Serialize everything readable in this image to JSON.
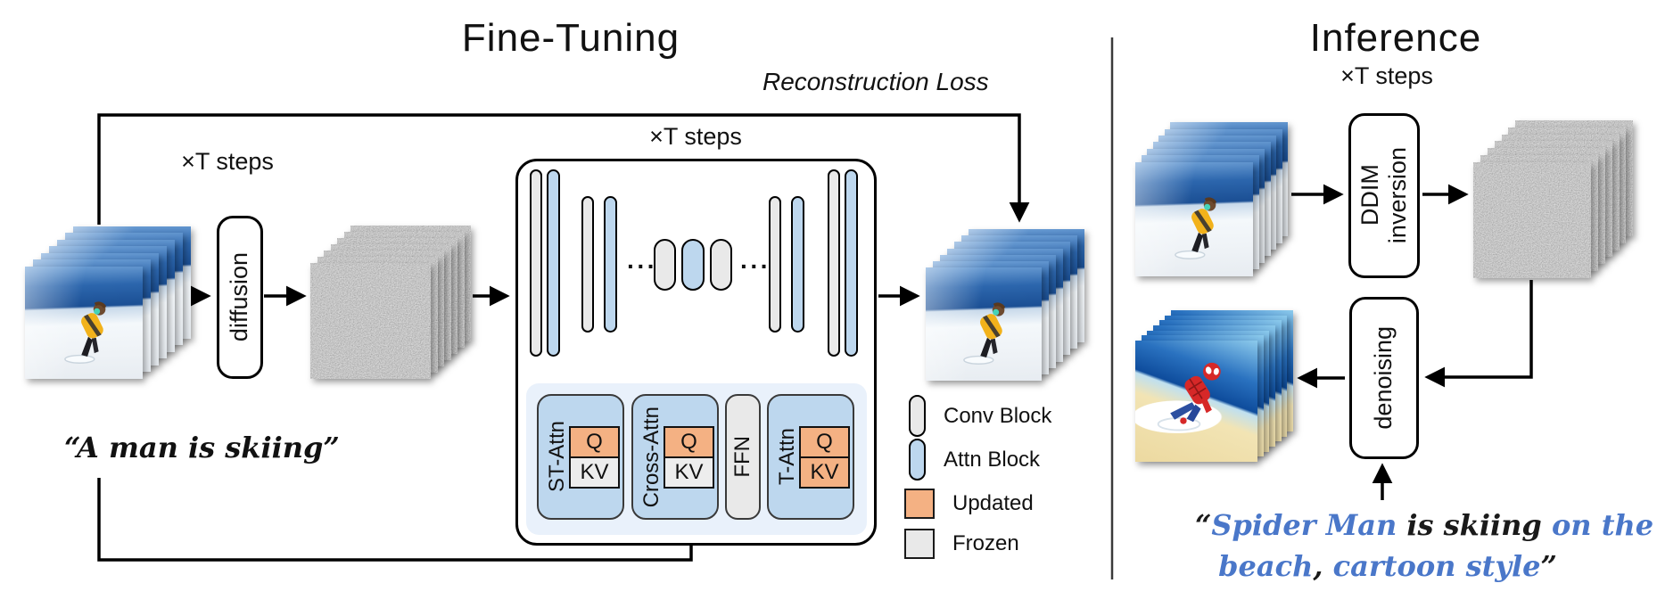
{
  "fine_tuning": {
    "title": "Fine-Tuning",
    "reconstruction_loss_label": "Reconstruction Loss",
    "diffusion_steps_label": "×T steps",
    "unet_steps_label": "×T steps",
    "diffusion_box_label": "diffusion",
    "input_prompt": "“A man is skiing”",
    "unet_mid_dots_left": "···",
    "unet_mid_dots_right": "···",
    "unet": {
      "st_attn_label": "ST-Attn",
      "cross_attn_label": "Cross-Attn",
      "ffn_label": "FFN",
      "t_attn_label": "T-Attn",
      "q_label": "Q",
      "kv_label": "KV"
    }
  },
  "legend": {
    "items": [
      {
        "label": "Conv Block",
        "swatch": "gray-pill"
      },
      {
        "label": "Attn Block",
        "swatch": "blue-pill"
      },
      {
        "label": "Updated",
        "swatch": "orange-square"
      },
      {
        "label": "Frozen",
        "swatch": "gray-square"
      }
    ]
  },
  "inference": {
    "title": "Inference",
    "inversion_steps_label": "×T steps",
    "ddim_label_line1": "DDIM",
    "ddim_label_line2": "inversion",
    "denoising_box_label": "denoising",
    "prompt": {
      "line1_segments": [
        {
          "text": "“",
          "color": "#1a1a1a"
        },
        {
          "text": "Spider Man ",
          "color": "#4a77c9"
        },
        {
          "text": "is skiing ",
          "color": "#1a1a1a"
        },
        {
          "text": "on the",
          "color": "#4a77c9"
        }
      ],
      "line2_segments": [
        {
          "text": "beach",
          "color": "#4a77c9"
        },
        {
          "text": ", ",
          "color": "#1a1a1a"
        },
        {
          "text": "cartoon style",
          "color": "#4a77c9"
        },
        {
          "text": "”",
          "color": "#1a1a1a"
        }
      ]
    }
  },
  "colors": {
    "attn_block_blue": "#bdd7ee",
    "conv_block_gray": "#e9e9e9",
    "updated_orange": "#f4b183",
    "frozen_gray": "#ededed",
    "detail_panel_blue": "#e9f1fb",
    "prompt_blue": "#4a77c9",
    "line_black": "#000000"
  }
}
